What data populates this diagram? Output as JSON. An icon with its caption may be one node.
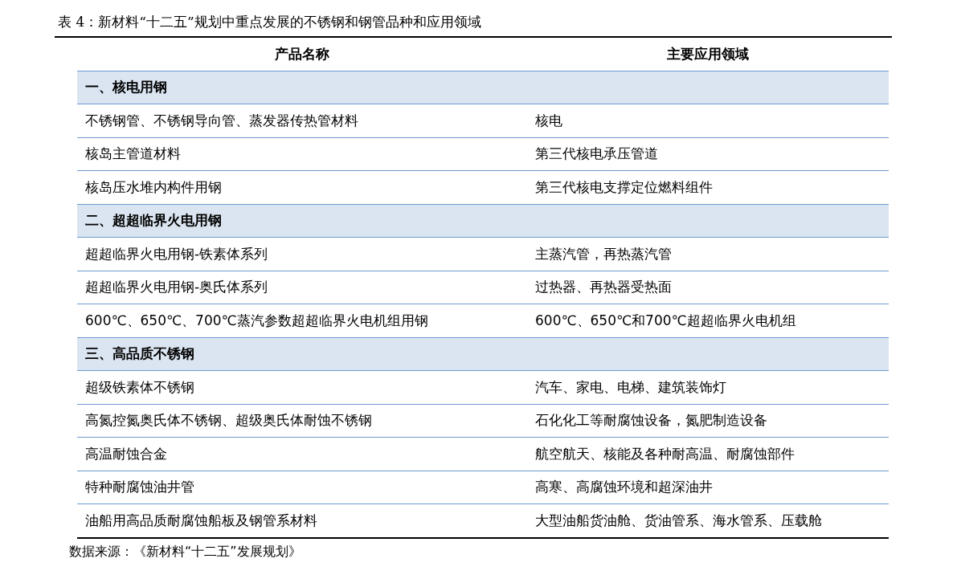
{
  "diagram": {
    "title": "表 4：新材料“十二五”规划中重点发展的不锈钢和钢管品种和应用领域",
    "labels": [
      "产品名称",
      "主要应用领域",
      "一、核电用钢",
      "不锈钢管、不锈钢导向管、蒸发器传热管材料",
      "核电",
      "核岛主管道材料",
      "第三代核电承压管道",
      "核岛压水堆内构件用钢",
      "第三代核电支撑定位燃料组件",
      "二、超超临界火电用钢",
      "超超临界火电用钢-铁素体系列",
      "主蒸汽管，再热蒸汽管",
      "超超临界火电用钢-奥氏体系列",
      "过热器、再热器受热面",
      "600℃、650℃、700℃蒸汽参数超超临界火电机组用钢",
      "600℃、650℃和700℃超超临界火电机组",
      "三、高品质不锈钢",
      "超级铁素体不锈钢",
      "汽车、家电、电梯、建筑装饰灯",
      "高氮控氮奥氏体不锈钢、超级奥氏体耐蚀不锈钢",
      "石化化工等耐腐蚀设备，氮肥制造设备",
      "高温耐蚀合金",
      "航空航天、核能及各种耐高温、耐腐蚀部件",
      "特种耐腐蚀油井管",
      "高寒、高腐蚀环境和超深油井",
      "油船用高品质耐腐蚀船板及钢管系材料",
      "大型油船货油舱、货油管系、海水管系、压载舱"
    ],
    "caption": "数据来源：《新材料“十二五”发展规划》"
  }
}
